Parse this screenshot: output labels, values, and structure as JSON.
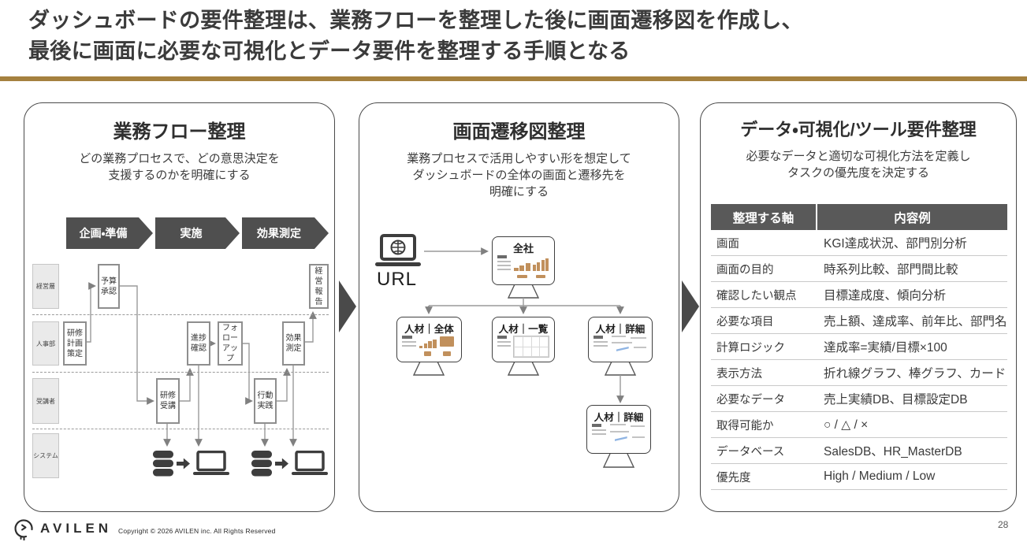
{
  "header": {
    "title_line1": "ダッシュボードの要件整理は、業務フローを整理した後に画面遷移図を作成し、",
    "title_line2": "最後に画面に必要な可視化とデータ要件を整理する手順となる"
  },
  "flow_panel": {
    "title": "業務フロー整理",
    "subtitle": [
      "どの業務プロセスで、どの意思決定を",
      "支援するのかを明確にする"
    ],
    "phases": [
      "企画・準備",
      "実施",
      "効果測定"
    ],
    "lanes": [
      "経営層",
      "人事部",
      "受講者",
      "システム"
    ],
    "tasks": {
      "budget": "予算承認",
      "report": "経営報告",
      "plan": "研修計画策定",
      "progress": "進捗確認",
      "followup": "フォローアップ",
      "effect": "効果測定",
      "attend": "研修受講",
      "action": "行動実践"
    }
  },
  "transition_panel": {
    "title": "画面遷移図整理",
    "subtitle": [
      "業務プロセスで活用しやすい形を想定して",
      "ダッシュボードの全体の画面と遷移先を",
      "明確にする"
    ],
    "url_label": "URL",
    "screens": {
      "root": "全社",
      "child1": "人材｜全体",
      "child2": "人材｜一覧",
      "child3": "人材｜詳細",
      "detail": "人材｜詳細"
    }
  },
  "requirements_panel": {
    "title": "データ・可視化/ツール要件整理",
    "subtitle": [
      "必要なデータと適切な可視化方法を定義し",
      "タスクの優先度を決定する"
    ],
    "table": {
      "headers": [
        "整理する軸",
        "内容例"
      ],
      "rows": [
        {
          "axis": "画面",
          "example": "KGI達成状況、部門別分析"
        },
        {
          "axis": "画面の目的",
          "example": "時系列比較、部門間比較"
        },
        {
          "axis": "確認したい観点",
          "example": "目標達成度、傾向分析"
        },
        {
          "axis": "必要な項目",
          "example": "売上額、達成率、前年比、部門名"
        },
        {
          "axis": "計算ロジック",
          "example": "達成率=実績/目標×100"
        },
        {
          "axis": "表示方法",
          "example": "折れ線グラフ、棒グラフ、カード"
        },
        {
          "axis": "必要なデータ",
          "example": "売上実績DB、目標設定DB"
        },
        {
          "axis": "取得可能か",
          "example": "○ / △ / ×"
        },
        {
          "axis": "データベース",
          "example": "SalesDB、HR_MasterDB"
        },
        {
          "axis": "優先度",
          "example": "High / Medium / Low"
        }
      ]
    }
  },
  "footer": {
    "brand": "AVILEN",
    "copyright": "Copyright © 2026 AVILEN inc. All Rights Reserved",
    "page_number": "28"
  },
  "colors": {
    "accent_line": "#a5813f",
    "phase_chevron": "#4f4f4f",
    "table_header_bg": "#595959",
    "thumbnail_accent": "#c1905c"
  }
}
